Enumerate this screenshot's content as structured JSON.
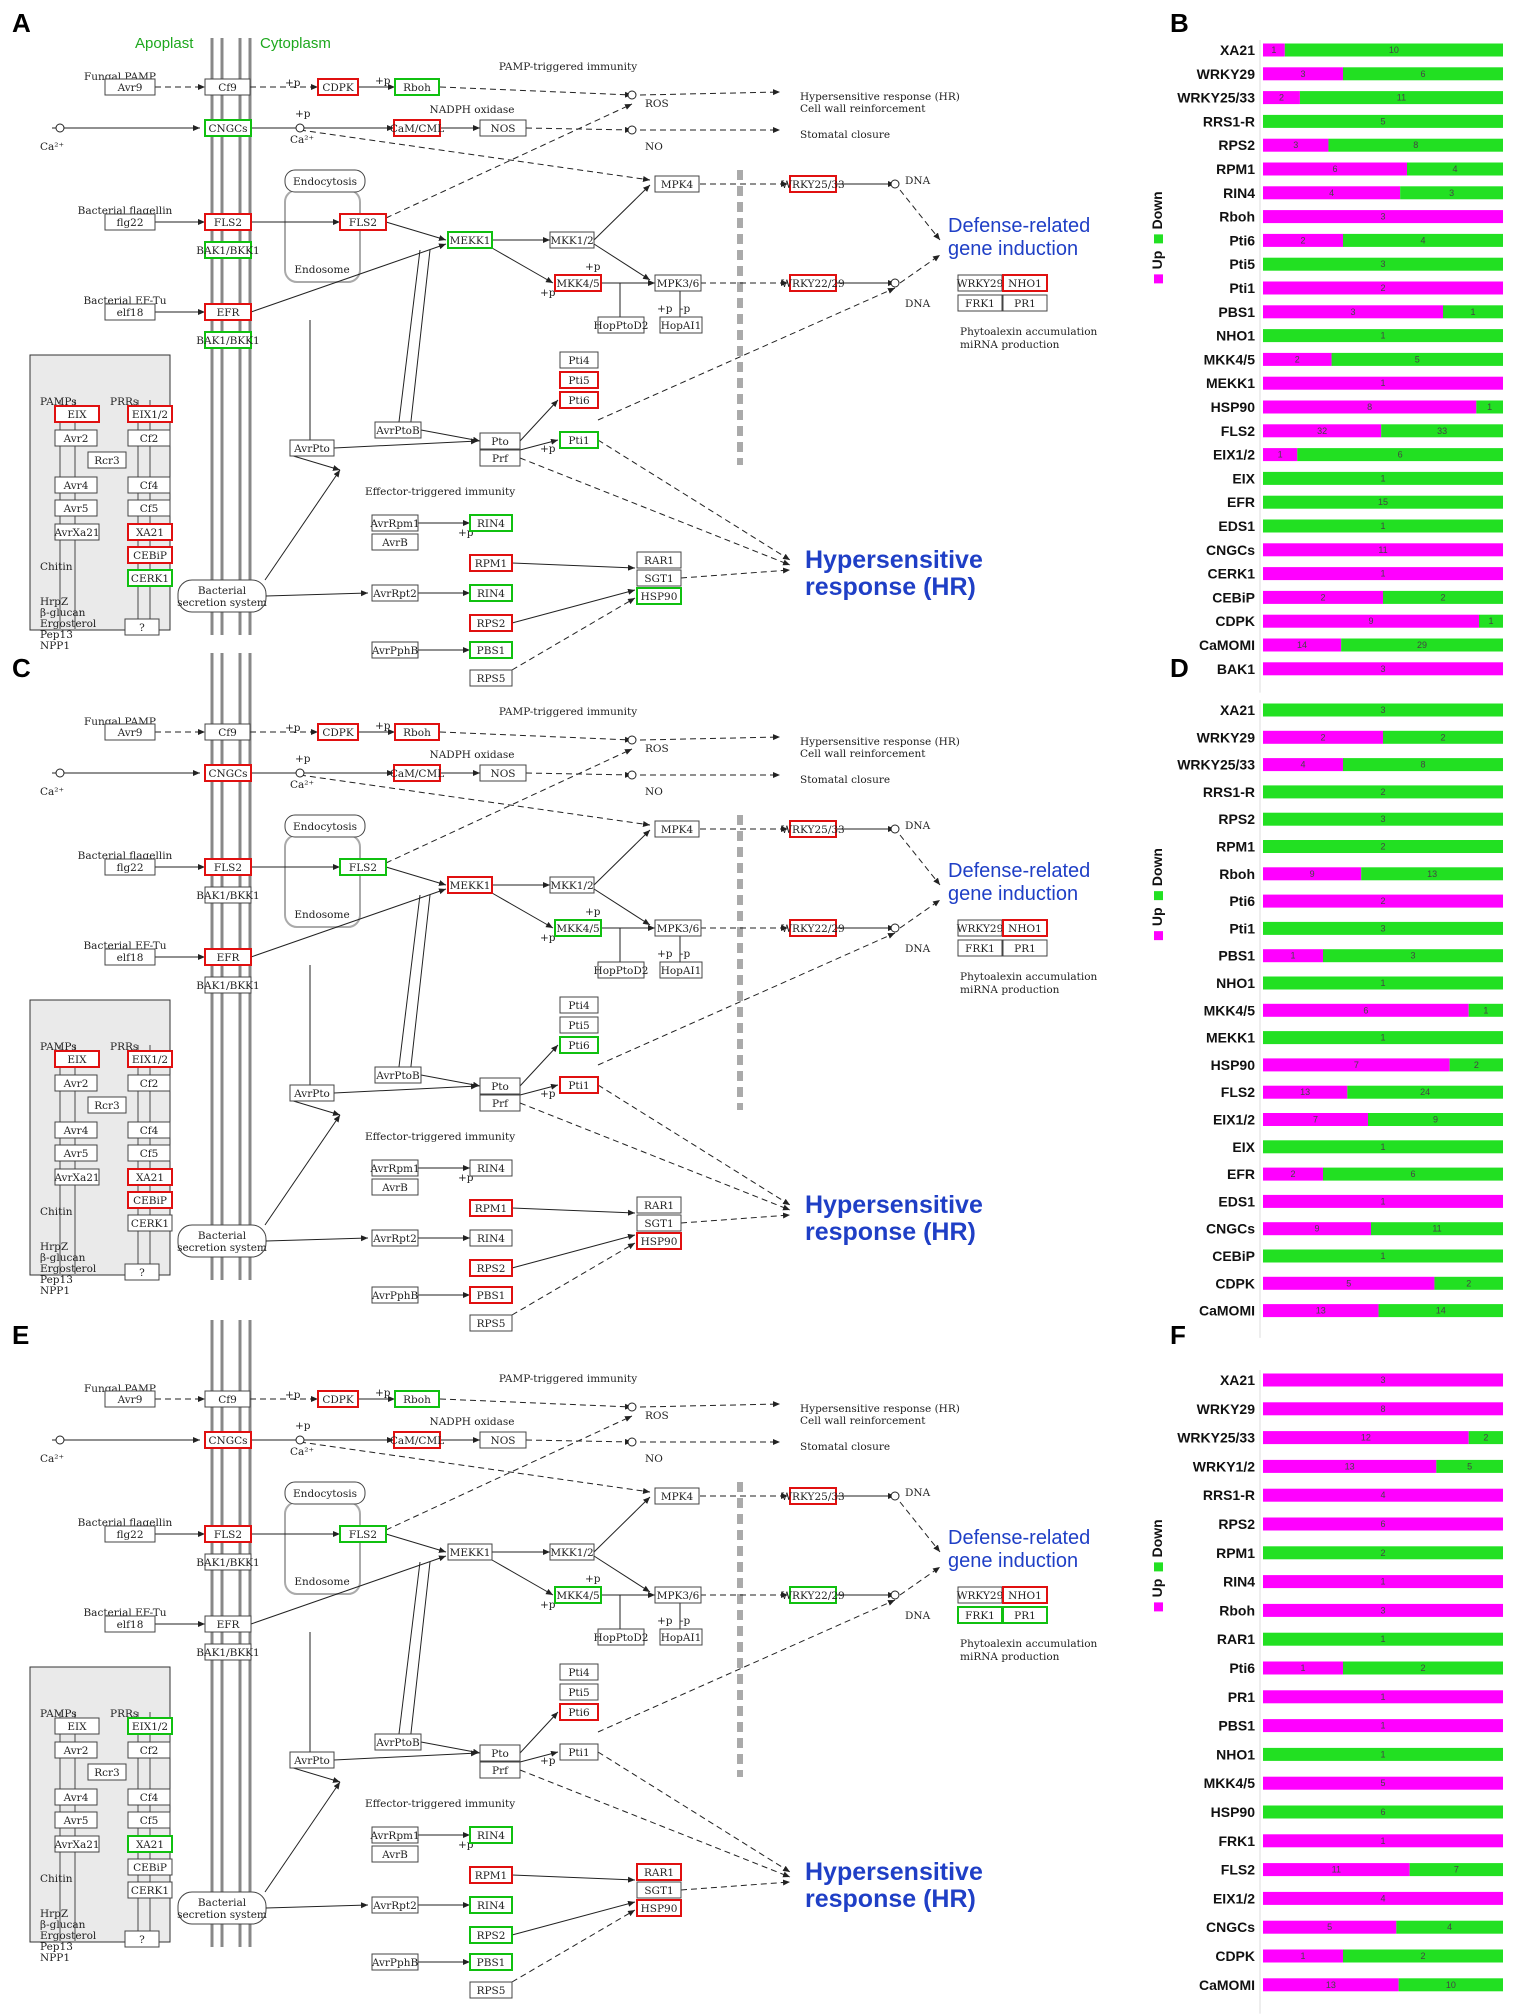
{
  "colors": {
    "up": "#ff00ff",
    "down": "#22e022",
    "up_box": "#e01010",
    "down_box": "#10c010",
    "neutral_box": "#444444",
    "highlight": "#1f3fc6",
    "membrane_label": "#1ea81e"
  },
  "labels": {
    "apoplast": "Apoplast",
    "cytoplasm": "Cytoplasm",
    "pamp_ti": "PAMP-triggered immunity",
    "eti": "Effector-triggered immunity",
    "nadph": "NADPH oxidase",
    "hr_small": "Hypersensitive response (HR)",
    "cwr": "Cell wall reinforcement",
    "stomatal": "Stomatal closure",
    "ros": "ROS",
    "no": "NO",
    "dna": "DNA",
    "ca": "Ca²⁺",
    "fungal": "Fungal PAMP",
    "flag": "Bacterial flagellin",
    "eftu": "Bacterial EF-Tu",
    "endocytosis": "Endocytosis",
    "endosome": "Endosome",
    "secretion1": "Bacterial",
    "secretion2": "secretion system",
    "phyto1": "Phytoalexin accumulation",
    "phyto2": "miRNA production",
    "pamps": "PAMPs",
    "prrs": "PRRs",
    "chitin": "Chitin",
    "misc": [
      "HrpZ",
      "β-glucan",
      "Ergosterol",
      "Pep13",
      "NPP1"
    ],
    "p": "+p",
    "mp": "-p",
    "defense1": "Defense-related",
    "defense2": "gene induction",
    "hr1": "Hypersensitive",
    "hr2": "response (HR)",
    "legend_up": "Up",
    "legend_down": "Down"
  },
  "panels": [
    {
      "letter": "A",
      "bar_letter": "B",
      "states": {
        "CDPK": "up",
        "Rboh": "down",
        "CNGCs": "down",
        "CaMCML": "up",
        "FLS2a": "up",
        "FLS2b": "up",
        "BAK1a": "down",
        "EFR": "up",
        "BAK1b": "down",
        "MEKK1": "down",
        "MKK45": "up",
        "WRKY2933": "up",
        "WRKY2922": "up",
        "NHO1": "up",
        "Pti5": "up",
        "Pti6": "up",
        "Pti1": "down",
        "RIN4": "down",
        "RPM1": "up",
        "RIN4b": "down",
        "RPS2": "up",
        "PBS1": "down",
        "HSP90": "down",
        "EIX": "up",
        "EIX12": "up",
        "XA21": "up",
        "CEBiP": "up",
        "CERK1": "down"
      }
    },
    {
      "letter": "C",
      "bar_letter": "D",
      "states": {
        "CDPK": "up",
        "Rboh": "up",
        "CNGCs": "up",
        "CaMCML": "up",
        "FLS2a": "up",
        "FLS2b": "down",
        "EFR": "up",
        "MEKK1": "up",
        "MKK45": "down",
        "WRKY2933": "up",
        "WRKY2922": "up",
        "NHO1": "up",
        "Pti6": "down",
        "Pti1": "up",
        "RPM1": "up",
        "RPS2": "up",
        "PBS1": "up",
        "HSP90": "up",
        "EIX": "up",
        "EIX12": "up",
        "XA21": "up",
        "CEBiP": "up"
      }
    },
    {
      "letter": "E",
      "bar_letter": "F",
      "states": {
        "CDPK": "up",
        "Rboh": "down",
        "CNGCs": "up",
        "CaMCML": "up",
        "FLS2a": "up",
        "FLS2b": "down",
        "MKK45": "down",
        "WRKY2933": "up",
        "WRKY2922": "down",
        "NHO1": "up",
        "FRK1": "down",
        "PR1": "down",
        "Pti6": "up",
        "RIN4": "down",
        "RPM1": "up",
        "RIN4b": "down",
        "RPS2": "down",
        "PBS1": "down",
        "RAR1": "up",
        "HSP90": "up",
        "EIX12": "down",
        "XA21": "down"
      }
    }
  ],
  "bars": [
    {
      "letter": "B",
      "rows": [
        {
          "gene": "XA21",
          "up": 1,
          "down": 10
        },
        {
          "gene": "WRKY29",
          "up": 3,
          "down": 6
        },
        {
          "gene": "WRKY25/33",
          "up": 2,
          "down": 11
        },
        {
          "gene": "RRS1-R",
          "up": 0,
          "down": 5
        },
        {
          "gene": "RPS2",
          "up": 3,
          "down": 8
        },
        {
          "gene": "RPM1",
          "up": 6,
          "down": 4
        },
        {
          "gene": "RIN4",
          "up": 4,
          "down": 3
        },
        {
          "gene": "Rboh",
          "up": 3,
          "down": 0
        },
        {
          "gene": "Pti6",
          "up": 2,
          "down": 4
        },
        {
          "gene": "Pti5",
          "up": 0,
          "down": 3
        },
        {
          "gene": "Pti1",
          "up": 2,
          "down": 0
        },
        {
          "gene": "PBS1",
          "up": 3,
          "down": 1
        },
        {
          "gene": "NHO1",
          "up": 0,
          "down": 1
        },
        {
          "gene": "MKK4/5",
          "up": 2,
          "down": 5
        },
        {
          "gene": "MEKK1",
          "up": 1,
          "down": 0
        },
        {
          "gene": "HSP90",
          "up": 8,
          "down": 1
        },
        {
          "gene": "FLS2",
          "up": 32,
          "down": 33
        },
        {
          "gene": "EIX1/2",
          "up": 1,
          "down": 6
        },
        {
          "gene": "EIX",
          "up": 0,
          "down": 1
        },
        {
          "gene": "EFR",
          "up": 0,
          "down": 15
        },
        {
          "gene": "EDS1",
          "up": 0,
          "down": 1
        },
        {
          "gene": "CNGCs",
          "up": 11,
          "down": 0
        },
        {
          "gene": "CERK1",
          "up": 1,
          "down": 0
        },
        {
          "gene": "CEBiP",
          "up": 2,
          "down": 2
        },
        {
          "gene": "CDPK",
          "up": 9,
          "down": 1
        },
        {
          "gene": "CaMOMI",
          "up": 14,
          "down": 29
        },
        {
          "gene": "BAK1",
          "up": 3,
          "down": 0
        }
      ]
    },
    {
      "letter": "D",
      "rows": [
        {
          "gene": "XA21",
          "up": 0,
          "down": 3
        },
        {
          "gene": "WRKY29",
          "up": 2,
          "down": 2
        },
        {
          "gene": "WRKY25/33",
          "up": 4,
          "down": 8
        },
        {
          "gene": "RRS1-R",
          "up": 0,
          "down": 2
        },
        {
          "gene": "RPS2",
          "up": 0,
          "down": 3
        },
        {
          "gene": "RPM1",
          "up": 0,
          "down": 2
        },
        {
          "gene": "Rboh",
          "up": 9,
          "down": 13
        },
        {
          "gene": "Pti6",
          "up": 2,
          "down": 0
        },
        {
          "gene": "Pti1",
          "up": 0,
          "down": 3
        },
        {
          "gene": "PBS1",
          "up": 1,
          "down": 3
        },
        {
          "gene": "NHO1",
          "up": 0,
          "down": 1
        },
        {
          "gene": "MKK4/5",
          "up": 6,
          "down": 1
        },
        {
          "gene": "MEKK1",
          "up": 0,
          "down": 1
        },
        {
          "gene": "HSP90",
          "up": 7,
          "down": 2
        },
        {
          "gene": "FLS2",
          "up": 13,
          "down": 24
        },
        {
          "gene": "EIX1/2",
          "up": 7,
          "down": 9
        },
        {
          "gene": "EIX",
          "up": 0,
          "down": 1
        },
        {
          "gene": "EFR",
          "up": 2,
          "down": 6
        },
        {
          "gene": "EDS1",
          "up": 1,
          "down": 0
        },
        {
          "gene": "CNGCs",
          "up": 9,
          "down": 11
        },
        {
          "gene": "CEBiP",
          "up": 0,
          "down": 1
        },
        {
          "gene": "CDPK",
          "up": 5,
          "down": 2
        },
        {
          "gene": "CaMOMI",
          "up": 13,
          "down": 14
        }
      ]
    },
    {
      "letter": "F",
      "rows": [
        {
          "gene": "XA21",
          "up": 3,
          "down": 0
        },
        {
          "gene": "WRKY29",
          "up": 8,
          "down": 0
        },
        {
          "gene": "WRKY25/33",
          "up": 12,
          "down": 2
        },
        {
          "gene": "WRKY1/2",
          "up": 13,
          "down": 5
        },
        {
          "gene": "RRS1-R",
          "up": 4,
          "down": 0
        },
        {
          "gene": "RPS2",
          "up": 6,
          "down": 0
        },
        {
          "gene": "RPM1",
          "up": 0,
          "down": 2
        },
        {
          "gene": "RIN4",
          "up": 1,
          "down": 0
        },
        {
          "gene": "Rboh",
          "up": 3,
          "down": 0
        },
        {
          "gene": "RAR1",
          "up": 0,
          "down": 1
        },
        {
          "gene": "Pti6",
          "up": 1,
          "down": 2
        },
        {
          "gene": "PR1",
          "up": 1,
          "down": 0
        },
        {
          "gene": "PBS1",
          "up": 1,
          "down": 0
        },
        {
          "gene": "NHO1",
          "up": 0,
          "down": 1
        },
        {
          "gene": "MKK4/5",
          "up": 5,
          "down": 0
        },
        {
          "gene": "HSP90",
          "up": 0,
          "down": 6
        },
        {
          "gene": "FRK1",
          "up": 1,
          "down": 0
        },
        {
          "gene": "FLS2",
          "up": 11,
          "down": 7
        },
        {
          "gene": "EIX1/2",
          "up": 4,
          "down": 0
        },
        {
          "gene": "CNGCs",
          "up": 5,
          "down": 4
        },
        {
          "gene": "CDPK",
          "up": 1,
          "down": 2
        },
        {
          "gene": "CaMOMI",
          "up": 13,
          "down": 10
        }
      ]
    }
  ]
}
